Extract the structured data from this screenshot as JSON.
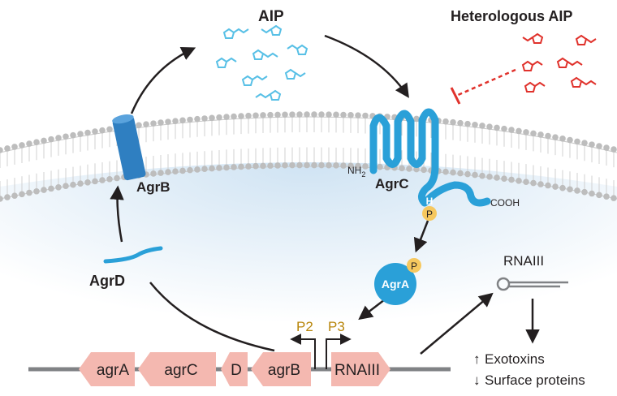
{
  "labels": {
    "aip": "AIP",
    "heterologous_aip": "Heterologous AIP",
    "agrb": "AgrB",
    "agrc": "AgrC",
    "nh2": "NH",
    "nh2_sub": "2",
    "cooh": "COOH",
    "phosphate_h": "H",
    "phosphate_p": "P",
    "agra": "AgrA",
    "agra_p": "P",
    "agrd": "AgrD",
    "rnaiii_hairpin": "RNAIII",
    "p2": "P2",
    "p3": "P3",
    "exotoxins_arrow": "↑",
    "exotoxins": "Exotoxins",
    "surface_arrow": "↓",
    "surface_proteins": "Surface proteins"
  },
  "genes": [
    "agrA",
    "agrC",
    "D",
    "agrB",
    "RNAIII"
  ],
  "colors": {
    "membrane_blue": "#dbeaf6",
    "protein_blue": "#2aa0d8",
    "agrb_blue": "#2f7fc1",
    "aip_blue": "#58c0e6",
    "heterologous_red": "#e0322c",
    "gene_pink": "#f4b8b0",
    "phosphate_yellow": "#f6c85f",
    "promoter_gold": "#b8860b",
    "dna_gray": "#808285"
  }
}
